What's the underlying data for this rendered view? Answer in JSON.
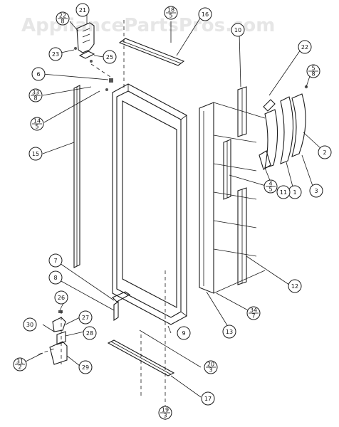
{
  "watermark": "AppliancePartsPros.com",
  "callouts": [
    {
      "id": "c21",
      "label": "21"
    },
    {
      "id": "c22",
      "label": "22",
      "sub": "8"
    },
    {
      "id": "c23",
      "label": "23"
    },
    {
      "id": "c25",
      "label": "25"
    },
    {
      "id": "c6",
      "label": "6"
    },
    {
      "id": "c33",
      "label": "33",
      "sub": "8"
    },
    {
      "id": "c14",
      "label": "14",
      "sub": "5"
    },
    {
      "id": "c15",
      "label": "15"
    },
    {
      "id": "c18",
      "label": "18",
      "sub": "5"
    },
    {
      "id": "c16",
      "label": "16"
    },
    {
      "id": "c10",
      "label": "10"
    },
    {
      "id": "c22b",
      "label": "22"
    },
    {
      "id": "c5",
      "label": "5",
      "sub": "8"
    },
    {
      "id": "c4",
      "label": "4",
      "sub": "5"
    },
    {
      "id": "c1",
      "label": "1"
    },
    {
      "id": "c3",
      "label": "3"
    },
    {
      "id": "c2",
      "label": "2"
    },
    {
      "id": "c11",
      "label": "11"
    },
    {
      "id": "c12",
      "label": "12"
    },
    {
      "id": "c13",
      "label": "13"
    },
    {
      "id": "c34",
      "label": "34",
      "sub": "7"
    },
    {
      "id": "c7",
      "label": "7"
    },
    {
      "id": "c8",
      "label": "8"
    },
    {
      "id": "c9",
      "label": "9"
    },
    {
      "id": "c26",
      "label": "26"
    },
    {
      "id": "c27",
      "label": "27"
    },
    {
      "id": "c28",
      "label": "28"
    },
    {
      "id": "c30",
      "label": "30"
    },
    {
      "id": "c31",
      "label": "31",
      "sub": "2"
    },
    {
      "id": "c29",
      "label": "29"
    },
    {
      "id": "c20",
      "label": "20",
      "sub": "3"
    },
    {
      "id": "c17",
      "label": "17"
    },
    {
      "id": "c19",
      "label": "19",
      "sub": "3"
    }
  ]
}
